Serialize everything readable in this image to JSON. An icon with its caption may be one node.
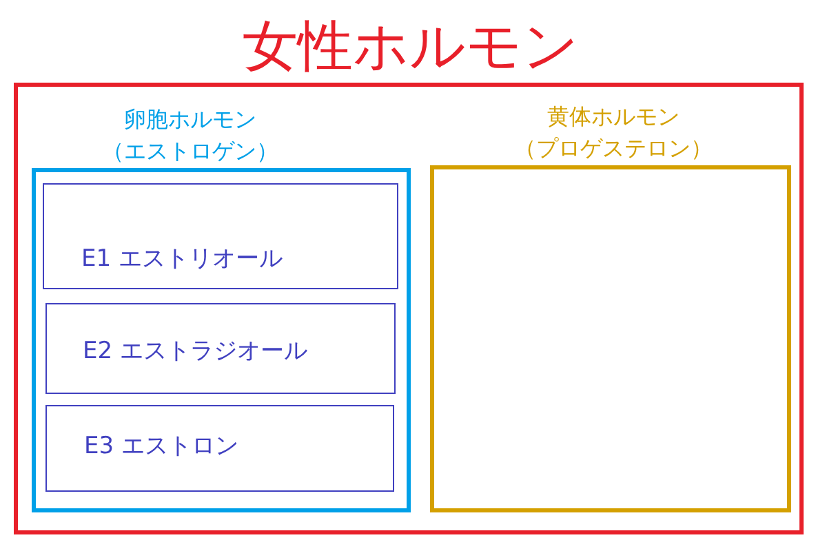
{
  "diagram": {
    "nodes": [
      {
        "text": [
          "女性ホルモン"
        ]
      },
      {
        "text": [
          "卵胞ホルモン（エストロゲン）"
        ],
        "in": 0
      },
      {
        "text": [
          "E1 エストリオール"
        ],
        "in": 1
      },
      {
        "text": [
          "E2 エストラジオール"
        ],
        "in": 1
      },
      {
        "text": [
          "E3 エストロン"
        ],
        "in": 1
      },
      {
        "text": [
          "黄体ホルモン（プロゲステロン）"
        ],
        "in": 0
      }
    ]
  }
}
